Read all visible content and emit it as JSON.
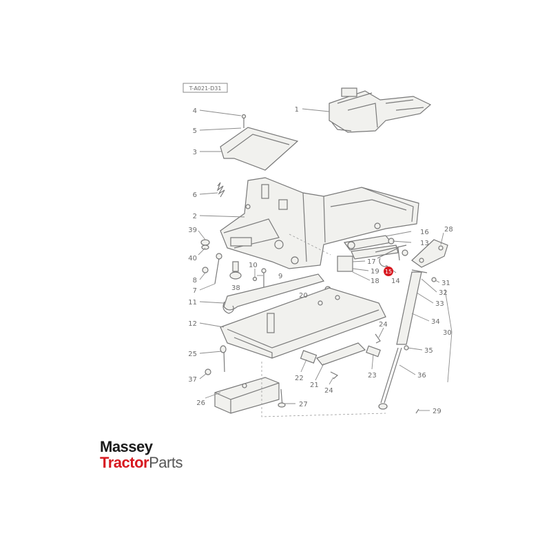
{
  "diagram": {
    "reference_code": "T-A021-D31",
    "highlight_color": "#d71920",
    "callouts": [
      {
        "id": "c1",
        "text": "1"
      },
      {
        "id": "c2",
        "text": "2"
      },
      {
        "id": "c3",
        "text": "3"
      },
      {
        "id": "c4",
        "text": "4"
      },
      {
        "id": "c5",
        "text": "5"
      },
      {
        "id": "c6",
        "text": "6"
      },
      {
        "id": "c7",
        "text": "7"
      },
      {
        "id": "c8",
        "text": "8"
      },
      {
        "id": "c9",
        "text": "9"
      },
      {
        "id": "c10",
        "text": "10"
      },
      {
        "id": "c11",
        "text": "11"
      },
      {
        "id": "c12",
        "text": "12"
      },
      {
        "id": "c13",
        "text": "13"
      },
      {
        "id": "c14",
        "text": "14"
      },
      {
        "id": "c15",
        "text": "15"
      },
      {
        "id": "c16",
        "text": "16"
      },
      {
        "id": "c17",
        "text": "17"
      },
      {
        "id": "c18",
        "text": "18"
      },
      {
        "id": "c19",
        "text": "19"
      },
      {
        "id": "c20",
        "text": "20"
      },
      {
        "id": "c21",
        "text": "21"
      },
      {
        "id": "c22",
        "text": "22"
      },
      {
        "id": "c23",
        "text": "23"
      },
      {
        "id": "c24a",
        "text": "24"
      },
      {
        "id": "c24b",
        "text": "24"
      },
      {
        "id": "c25",
        "text": "25"
      },
      {
        "id": "c26",
        "text": "26"
      },
      {
        "id": "c27",
        "text": "27"
      },
      {
        "id": "c28",
        "text": "28"
      },
      {
        "id": "c29",
        "text": "29"
      },
      {
        "id": "c30",
        "text": "30"
      },
      {
        "id": "c31",
        "text": "31"
      },
      {
        "id": "c32",
        "text": "32"
      },
      {
        "id": "c33",
        "text": "33"
      },
      {
        "id": "c34",
        "text": "34"
      },
      {
        "id": "c35",
        "text": "35"
      },
      {
        "id": "c36",
        "text": "36"
      },
      {
        "id": "c37",
        "text": "37"
      },
      {
        "id": "c38",
        "text": "38"
      },
      {
        "id": "c39",
        "text": "39"
      },
      {
        "id": "c40",
        "text": "40"
      }
    ]
  },
  "logo": {
    "line1": "Massey",
    "line2_red": "Tractor",
    "line2_gray": "Parts"
  }
}
